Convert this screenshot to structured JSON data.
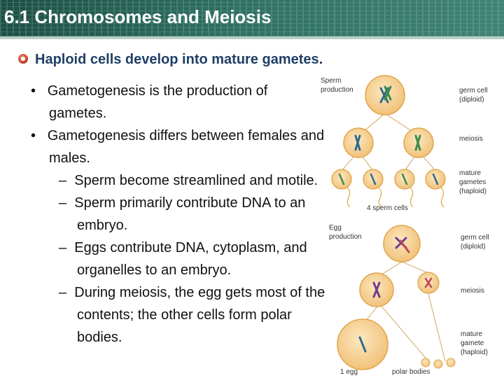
{
  "header": {
    "title": "6.1 Chromosomes and Meiosis"
  },
  "subheading": "Haploid cells develop into mature gametes.",
  "bullets": [
    {
      "level": 1,
      "marker": "•",
      "text": "Gametogenesis is the production of gametes."
    },
    {
      "level": 1,
      "marker": "•",
      "text": "Gametogenesis differs between females and males."
    },
    {
      "level": 2,
      "marker": "–",
      "text": "Sperm become streamlined and motile."
    },
    {
      "level": 2,
      "marker": "–",
      "text": "Sperm primarily contribute DNA to an embryo."
    },
    {
      "level": 2,
      "marker": "–",
      "text": "Eggs contribute DNA, cytoplasm, and organelles to an embryo."
    },
    {
      "level": 2,
      "marker": "–",
      "text": "During meiosis, the egg gets most of the contents; the other cells form polar bodies."
    }
  ],
  "diagram": {
    "sperm_title_1": "Sperm",
    "sperm_title_2": "production",
    "sperm_germ_1": "germ cell",
    "sperm_germ_2": "(diploid)",
    "sperm_meiosis": "meiosis",
    "sperm_mature_1": "mature",
    "sperm_mature_2": "gametes",
    "sperm_mature_3": "(haploid)",
    "sperm_count": "4 sperm cells",
    "egg_title_1": "Egg",
    "egg_title_2": "production",
    "egg_germ_1": "germ cell",
    "egg_germ_2": "(diploid)",
    "egg_meiosis": "meiosis",
    "egg_mature_1": "mature",
    "egg_mature_2": "gamete",
    "egg_mature_3": "(haploid)",
    "egg_count": "1 egg",
    "polar_label": "polar bodies"
  },
  "colors": {
    "header": "#2d6f61",
    "subheading": "#1f3f66",
    "cell_fill": "#f6cf8c",
    "cell_edge": "#e0a54a"
  }
}
